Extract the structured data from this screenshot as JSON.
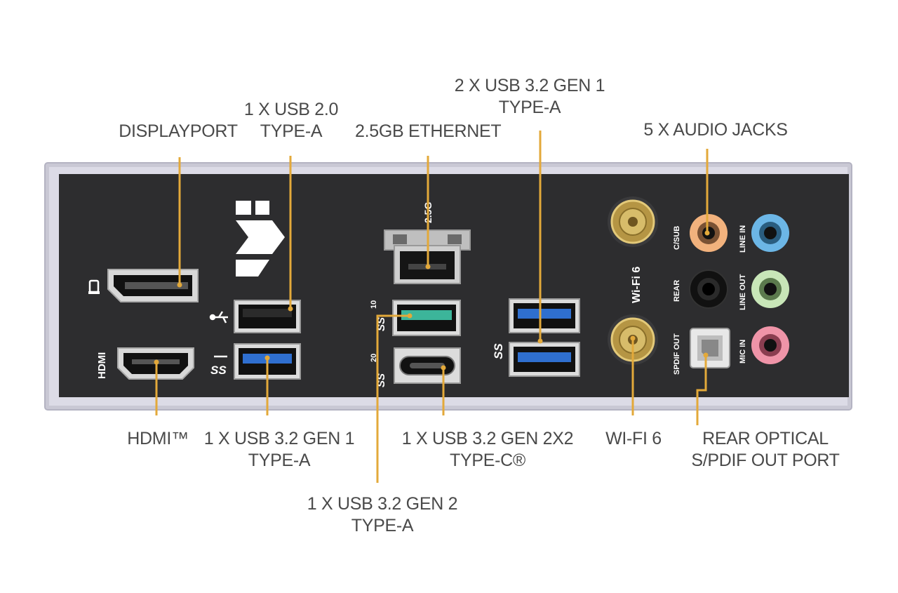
{
  "colors": {
    "leader": "#e3a93a",
    "plate": "#2d2d2f",
    "frame": "#c9c8d4",
    "usb3_blue": "#2f6fcf",
    "usb32g2_teal": "#3cb59a",
    "audio_csub": "#f2b27d",
    "audio_linein": "#6cb6e6",
    "audio_lineout": "#c8e6b8",
    "audio_micin": "#ef94a8",
    "audio_rear": "#111111"
  },
  "labels": {
    "displayport": [
      "DISPLAYPORT"
    ],
    "usb20": [
      "1 X USB 2.0",
      "TYPE-A"
    ],
    "ethernet": [
      "2.5GB ETHERNET"
    ],
    "usb32g1_top": [
      "2 X USB 3.2 GEN 1",
      "TYPE-A"
    ],
    "audio": [
      "5 X AUDIO JACKS"
    ],
    "hdmi": [
      "HDMI™"
    ],
    "usb32g1_bottom": [
      "1 X USB 3.2 GEN 1",
      "TYPE-A"
    ],
    "usbc": [
      "1 X USB 3.2 GEN 2X2",
      "TYPE-C®"
    ],
    "wifi": [
      "WI-FI 6"
    ],
    "spdif": [
      "REAR OPTICAL",
      "S/PDIF OUT PORT"
    ],
    "usb32g2": [
      "1 X USB 3.2 GEN 2",
      "TYPE-A"
    ]
  },
  "silkscreen": {
    "hdmi": "HDMI",
    "lan_speed": "2.5G",
    "usb_a_10": "10",
    "usb_c_20": "20",
    "wifi": "Wi-Fi 6",
    "csub": "C/SUB",
    "rear": "REAR",
    "spdif_out": "SPDIF OUT",
    "line_in": "LINE IN",
    "line_out": "LINE OUT",
    "mic_in": "MIC IN"
  },
  "icons": [
    "displayport-icon",
    "usb-icon",
    "superspeed-usb-icon",
    "tuf-logo"
  ]
}
